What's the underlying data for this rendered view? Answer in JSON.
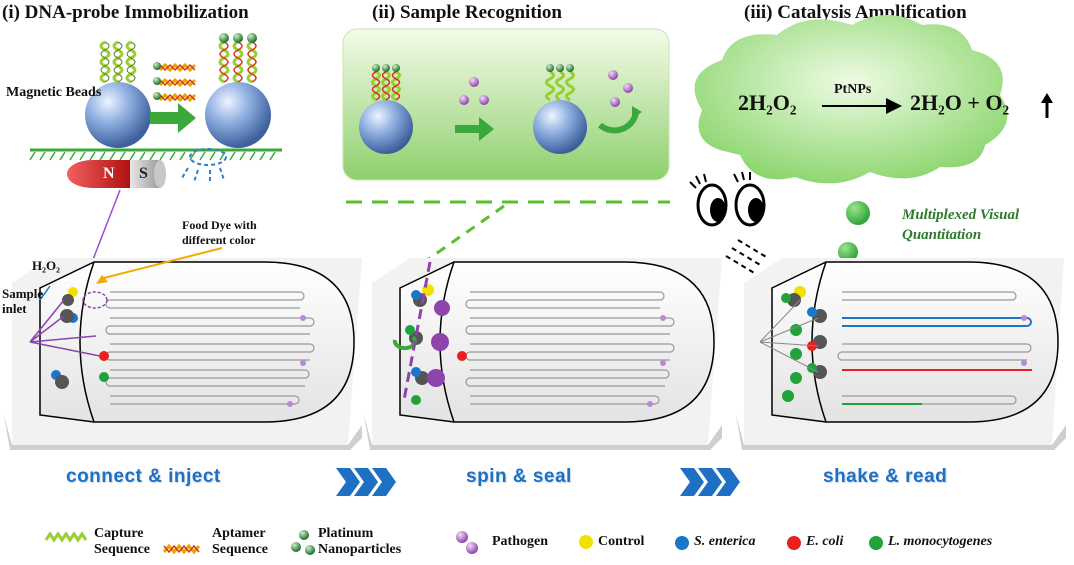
{
  "panels": {
    "p1_title": "(i) DNA-probe Immobilization",
    "p2_title": "(ii) Sample Recognition",
    "p3_title": "(iii) Catalysis Amplification"
  },
  "labels": {
    "magnetic_beads": "Magnetic Beads",
    "magnet_n": "N",
    "magnet_s": "S",
    "food_dye": "Food Dye with different color",
    "h2o2": "H₂O₂",
    "sample_inlet": "Sample inlet",
    "multiplexed": "Multiplexed Visual Quantitation",
    "reaction_lhs": "2H₂O₂",
    "reaction_catalyst": "PtNPs",
    "reaction_rhs": "2H₂O + O₂"
  },
  "steps": {
    "s1": "connect & inject",
    "s2": "spin & seal",
    "s3": "shake & read"
  },
  "legend": {
    "capture": "Capture Sequence",
    "aptamer": "Aptamer Sequence",
    "platinum": "Platinum Nanoparticles",
    "pathogen": "Pathogen",
    "control": "Control",
    "s_enterica": "S. enterica",
    "e_coli": "E. coli",
    "l_mono": "L. monocytogenes"
  },
  "colors": {
    "control": "#f2e100",
    "s_enterica": "#1b75c9",
    "e_coli": "#e8201e",
    "l_mono": "#1fa33a",
    "arrow": "#3aa83a",
    "chevron": "#1f6fc2"
  }
}
